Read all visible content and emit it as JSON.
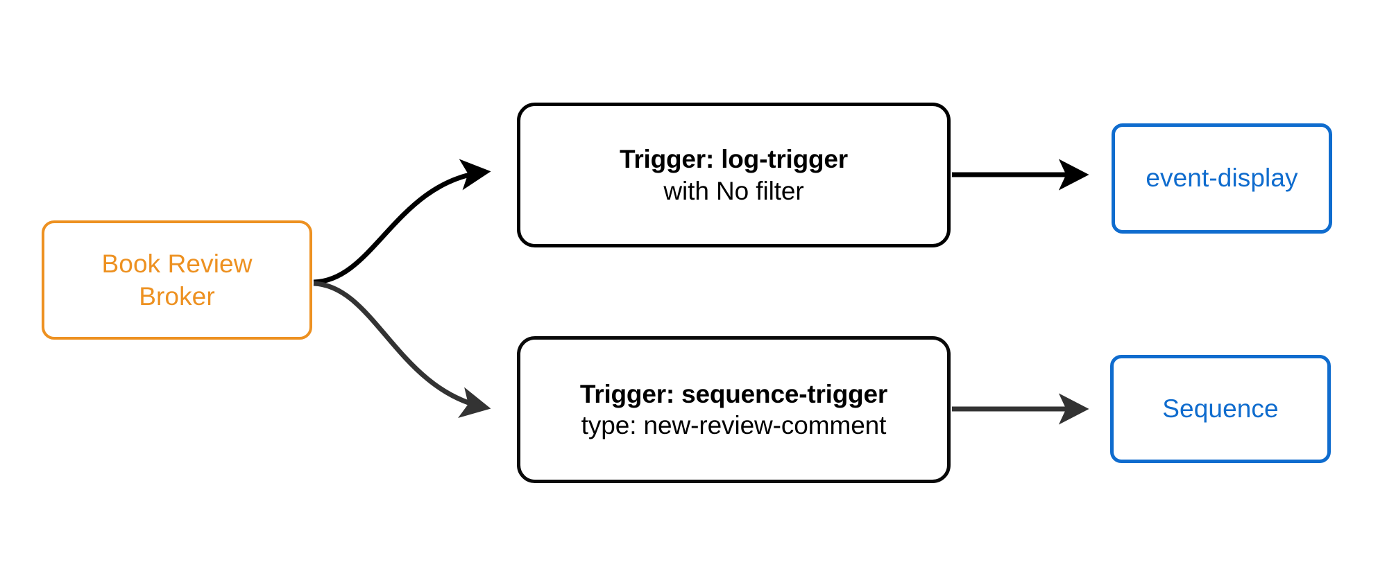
{
  "diagram": {
    "type": "flow-diagram",
    "background_color": "#ffffff",
    "colors": {
      "broker_orange": "#ed9121",
      "sink_blue": "#0f6cce",
      "edge_black": "#000000",
      "edge_gray": "#333333"
    },
    "nodes": {
      "broker": {
        "id": "book-review-broker",
        "line1": "Book Review",
        "line2": "Broker",
        "color": "#ed9121",
        "shape": "rounded-rect"
      },
      "trigger_log": {
        "id": "log-trigger",
        "title": "Trigger: log-trigger",
        "subtitle": "with No filter",
        "color": "#000000",
        "shape": "rounded-rect"
      },
      "trigger_sequence": {
        "id": "sequence-trigger",
        "title": "Trigger: sequence-trigger",
        "subtitle": "type: new-review-comment",
        "color": "#000000",
        "shape": "rounded-rect"
      },
      "sink_event_display": {
        "id": "event-display",
        "label": "event-display",
        "color": "#0f6cce",
        "shape": "rounded-rect"
      },
      "sink_sequence": {
        "id": "sequence",
        "label": "Sequence",
        "color": "#0f6cce",
        "shape": "rounded-rect"
      }
    },
    "edges": [
      {
        "from": "book-review-broker",
        "to": "log-trigger",
        "style": "curved",
        "color": "#000000",
        "arrow": "filled-triangle",
        "label": ""
      },
      {
        "from": "book-review-broker",
        "to": "sequence-trigger",
        "style": "curved",
        "color": "#333333",
        "arrow": "filled-triangle",
        "label": ""
      },
      {
        "from": "log-trigger",
        "to": "event-display",
        "style": "straight",
        "color": "#000000",
        "arrow": "filled-triangle",
        "label": ""
      },
      {
        "from": "sequence-trigger",
        "to": "sequence",
        "style": "straight",
        "color": "#333333",
        "arrow": "filled-triangle",
        "label": ""
      }
    ]
  }
}
